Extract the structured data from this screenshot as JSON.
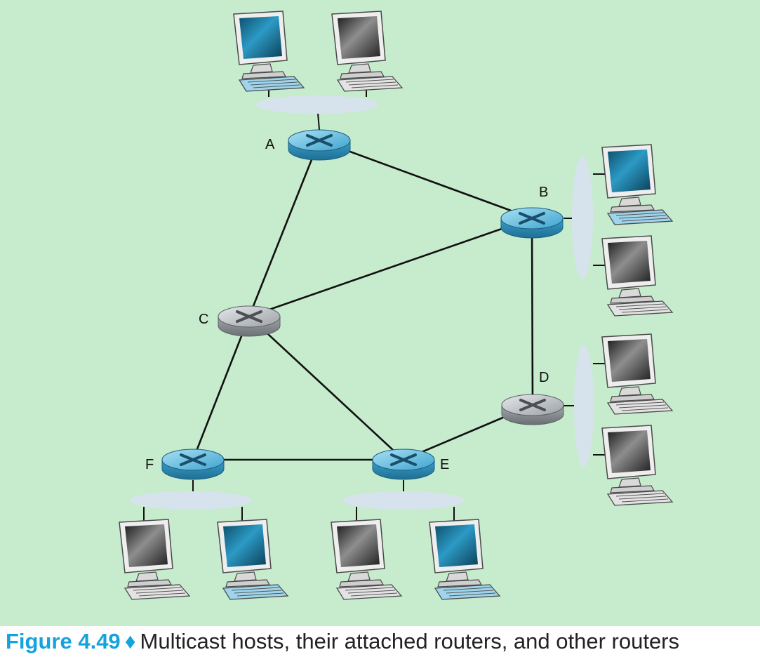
{
  "figure": {
    "label": "Figure 4.49",
    "separator": "♦",
    "caption": "Multicast hosts, their attached routers, and other routers"
  },
  "routers": [
    {
      "id": "A",
      "label": "A",
      "kind": "multicast"
    },
    {
      "id": "B",
      "label": "B",
      "kind": "multicast"
    },
    {
      "id": "C",
      "label": "C",
      "kind": "other"
    },
    {
      "id": "D",
      "label": "D",
      "kind": "other"
    },
    {
      "id": "E",
      "label": "E",
      "kind": "multicast"
    },
    {
      "id": "F",
      "label": "F",
      "kind": "multicast"
    }
  ],
  "links": [
    [
      "A",
      "B"
    ],
    [
      "A",
      "C"
    ],
    [
      "B",
      "C"
    ],
    [
      "B",
      "D"
    ],
    [
      "C",
      "F"
    ],
    [
      "C",
      "E"
    ],
    [
      "F",
      "E"
    ],
    [
      "E",
      "D"
    ]
  ],
  "colors": {
    "background": "#c6ebcd",
    "multicast_router": "#4fb4dd",
    "other_router": "#b5b9bc",
    "multicast_host_screen": "#1d7fa6",
    "other_host_screen": "#3a3a3a",
    "lan": "#d7e3ec",
    "accent": "#14a3dc"
  }
}
